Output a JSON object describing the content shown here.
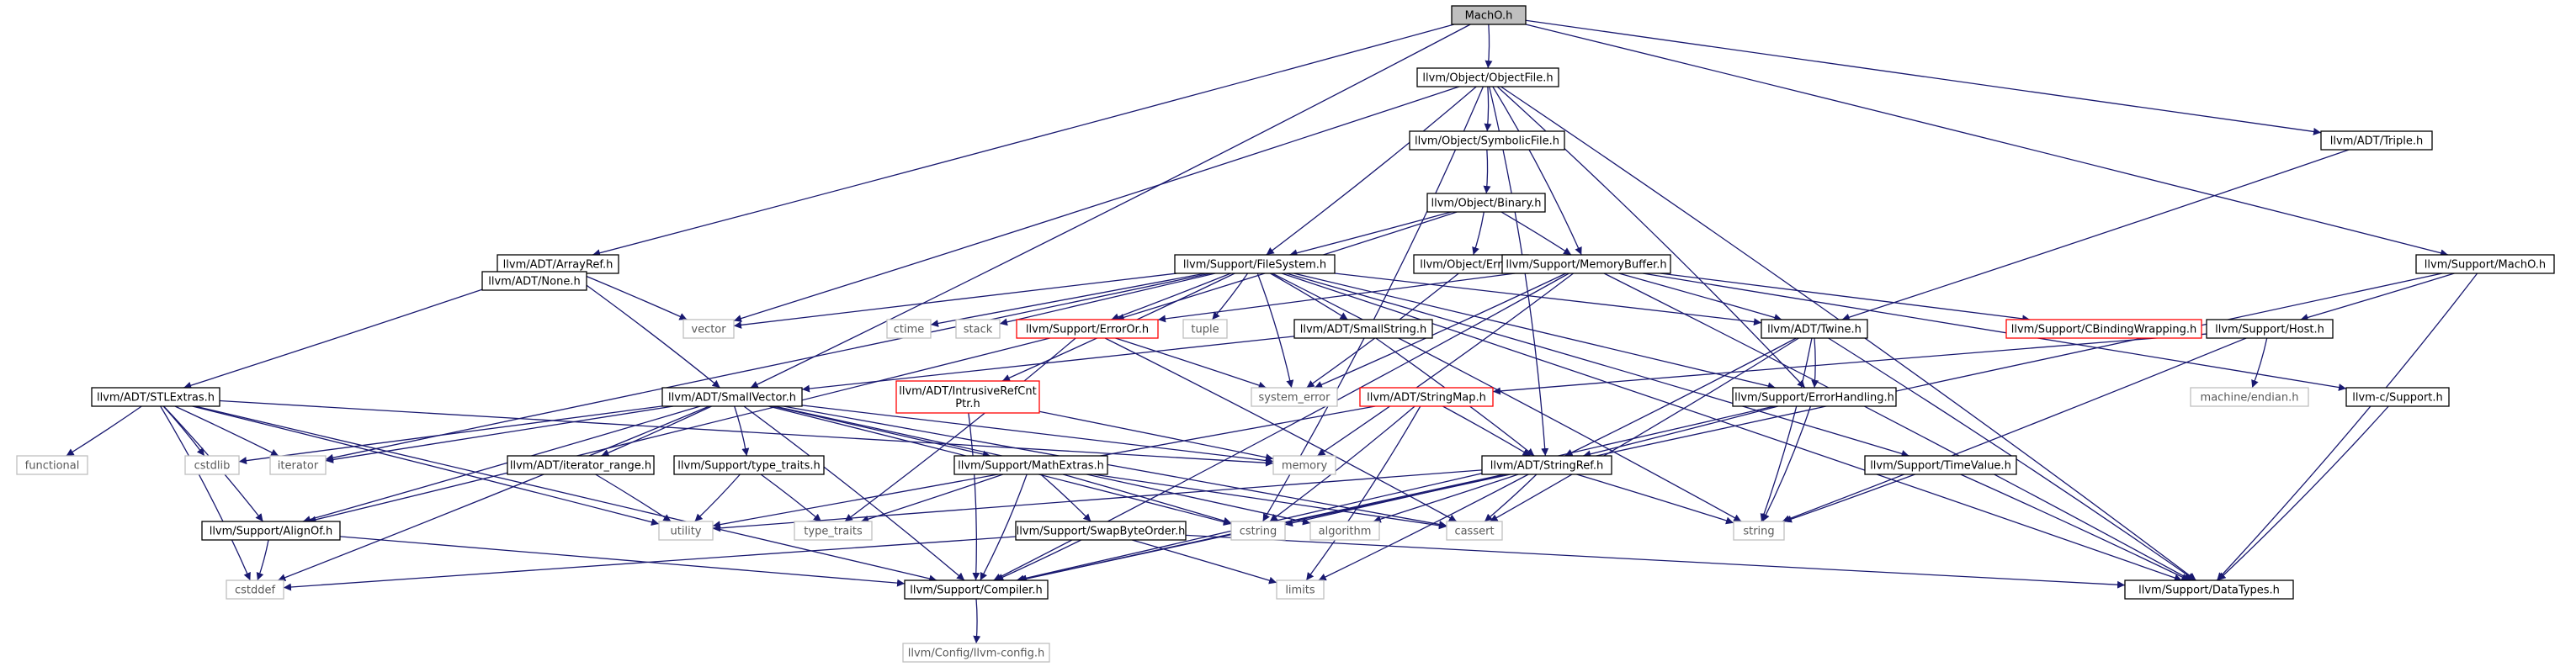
{
  "colors": {
    "edge": "#191970",
    "border_normal": "#000000",
    "border_external": "#bfbfbf",
    "border_truncated": "#ff0000",
    "root_fill": "#bfbfbf",
    "text_normal": "#000000",
    "text_external": "#595959"
  },
  "nodes": [
    {
      "id": "macho",
      "label": "MachO.h",
      "kind": "root"
    },
    {
      "id": "objectfile",
      "label": "llvm/Object/ObjectFile.h",
      "kind": "normal"
    },
    {
      "id": "symbolicfile",
      "label": "llvm/Object/SymbolicFile.h",
      "kind": "normal"
    },
    {
      "id": "binary",
      "label": "llvm/Object/Binary.h",
      "kind": "normal"
    },
    {
      "id": "objerror",
      "label": "llvm/Object/Error.h",
      "kind": "normal"
    },
    {
      "id": "membuf",
      "label": "llvm/Support/MemoryBuffer.h",
      "kind": "normal"
    },
    {
      "id": "filesystem",
      "label": "llvm/Support/FileSystem.h",
      "kind": "normal"
    },
    {
      "id": "triple",
      "label": "llvm/ADT/Triple.h",
      "kind": "normal"
    },
    {
      "id": "supportmacho",
      "label": "llvm/Support/MachO.h",
      "kind": "normal"
    },
    {
      "id": "arrayref",
      "label": "llvm/ADT/ArrayRef.h",
      "kind": "normal"
    },
    {
      "id": "none",
      "label": "llvm/ADT/None.h",
      "kind": "normal"
    },
    {
      "id": "stlextras",
      "label": "llvm/ADT/STLExtras.h",
      "kind": "normal"
    },
    {
      "id": "smallvector",
      "label": "llvm/ADT/SmallVector.h",
      "kind": "normal"
    },
    {
      "id": "smallstring",
      "label": "llvm/ADT/SmallString.h",
      "kind": "normal"
    },
    {
      "id": "erroror",
      "label": "llvm/Support/ErrorOr.h",
      "kind": "truncated"
    },
    {
      "id": "intrusive",
      "label": "llvm/ADT/IntrusiveRefCnt\nPtr.h",
      "kind": "truncated"
    },
    {
      "id": "stringmap",
      "label": "llvm/ADT/StringMap.h",
      "kind": "truncated"
    },
    {
      "id": "twine",
      "label": "llvm/ADT/Twine.h",
      "kind": "normal"
    },
    {
      "id": "errorhandling",
      "label": "llvm/Support/ErrorHandling.h",
      "kind": "normal"
    },
    {
      "id": "cbinding",
      "label": "llvm/Support/CBindingWrapping.h",
      "kind": "truncated"
    },
    {
      "id": "host",
      "label": "llvm/Support/Host.h",
      "kind": "normal"
    },
    {
      "id": "csupport",
      "label": "llvm-c/Support.h",
      "kind": "normal"
    },
    {
      "id": "stringref",
      "label": "llvm/ADT/StringRef.h",
      "kind": "normal"
    },
    {
      "id": "timevalue",
      "label": "llvm/Support/TimeValue.h",
      "kind": "normal"
    },
    {
      "id": "iterrange",
      "label": "llvm/ADT/iterator_range.h",
      "kind": "normal"
    },
    {
      "id": "typetraitsh",
      "label": "llvm/Support/type_traits.h",
      "kind": "normal"
    },
    {
      "id": "mathextras",
      "label": "llvm/Support/MathExtras.h",
      "kind": "normal"
    },
    {
      "id": "swapbyte",
      "label": "llvm/Support/SwapByteOrder.h",
      "kind": "normal"
    },
    {
      "id": "alignof",
      "label": "llvm/Support/AlignOf.h",
      "kind": "normal"
    },
    {
      "id": "compiler",
      "label": "llvm/Support/Compiler.h",
      "kind": "normal"
    },
    {
      "id": "datatypes",
      "label": "llvm/Support/DataTypes.h",
      "kind": "normal"
    },
    {
      "id": "llvmconfig",
      "label": "llvm/Config/llvm-config.h",
      "kind": "external"
    },
    {
      "id": "vector",
      "label": "vector",
      "kind": "external"
    },
    {
      "id": "ctime",
      "label": "ctime",
      "kind": "external"
    },
    {
      "id": "stack",
      "label": "stack",
      "kind": "external"
    },
    {
      "id": "tuple",
      "label": "tuple",
      "kind": "external"
    },
    {
      "id": "systemerror",
      "label": "system_error",
      "kind": "external"
    },
    {
      "id": "memory",
      "label": "memory",
      "kind": "external"
    },
    {
      "id": "functional",
      "label": "functional",
      "kind": "external"
    },
    {
      "id": "cstdlib",
      "label": "cstdlib",
      "kind": "external"
    },
    {
      "id": "iterator",
      "label": "iterator",
      "kind": "external"
    },
    {
      "id": "utility",
      "label": "utility",
      "kind": "external"
    },
    {
      "id": "typetraits",
      "label": "type_traits",
      "kind": "external"
    },
    {
      "id": "cstring",
      "label": "cstring",
      "kind": "external"
    },
    {
      "id": "algorithm",
      "label": "algorithm",
      "kind": "external"
    },
    {
      "id": "cassert",
      "label": "cassert",
      "kind": "external"
    },
    {
      "id": "string",
      "label": "string",
      "kind": "external"
    },
    {
      "id": "limits",
      "label": "limits",
      "kind": "external"
    },
    {
      "id": "cstddef",
      "label": "cstddef",
      "kind": "external"
    },
    {
      "id": "endian",
      "label": "machine/endian.h",
      "kind": "external"
    }
  ],
  "edges": [
    [
      "macho",
      "objectfile"
    ],
    [
      "macho",
      "triple"
    ],
    [
      "macho",
      "supportmacho"
    ],
    [
      "macho",
      "arrayref"
    ],
    [
      "macho",
      "smallvector"
    ],
    [
      "objectfile",
      "symbolicfile"
    ],
    [
      "objectfile",
      "filesystem"
    ],
    [
      "objectfile",
      "membuf"
    ],
    [
      "objectfile",
      "vector"
    ],
    [
      "objectfile",
      "errorhandling"
    ],
    [
      "objectfile",
      "stringref"
    ],
    [
      "objectfile",
      "datatypes"
    ],
    [
      "objectfile",
      "cstring"
    ],
    [
      "symbolicfile",
      "binary"
    ],
    [
      "binary",
      "objerror"
    ],
    [
      "binary",
      "membuf"
    ],
    [
      "binary",
      "filesystem"
    ],
    [
      "binary",
      "erroror"
    ],
    [
      "objerror",
      "systemerror"
    ],
    [
      "membuf",
      "twine"
    ],
    [
      "membuf",
      "erroror"
    ],
    [
      "membuf",
      "cbinding"
    ],
    [
      "membuf",
      "csupport"
    ],
    [
      "membuf",
      "datatypes"
    ],
    [
      "membuf",
      "compiler"
    ],
    [
      "membuf",
      "memory"
    ],
    [
      "membuf",
      "systemerror"
    ],
    [
      "filesystem",
      "twine"
    ],
    [
      "filesystem",
      "datatypes"
    ],
    [
      "filesystem",
      "errorhandling"
    ],
    [
      "filesystem",
      "erroror"
    ],
    [
      "filesystem",
      "smallstring"
    ],
    [
      "filesystem",
      "timevalue"
    ],
    [
      "filesystem",
      "intrusive"
    ],
    [
      "filesystem",
      "ctime"
    ],
    [
      "filesystem",
      "stack"
    ],
    [
      "filesystem",
      "tuple"
    ],
    [
      "filesystem",
      "vector"
    ],
    [
      "filesystem",
      "systemerror"
    ],
    [
      "filesystem",
      "string"
    ],
    [
      "filesystem",
      "iterator"
    ],
    [
      "triple",
      "twine"
    ],
    [
      "supportmacho",
      "host"
    ],
    [
      "supportmacho",
      "compiler"
    ],
    [
      "supportmacho",
      "datatypes"
    ],
    [
      "arrayref",
      "none"
    ],
    [
      "arrayref",
      "stlextras"
    ],
    [
      "arrayref",
      "smallvector"
    ],
    [
      "arrayref",
      "vector"
    ],
    [
      "stlextras",
      "functional"
    ],
    [
      "stlextras",
      "cstdlib"
    ],
    [
      "stlextras",
      "iterator"
    ],
    [
      "stlextras",
      "utility"
    ],
    [
      "stlextras",
      "cstddef"
    ],
    [
      "stlextras",
      "memory"
    ],
    [
      "stlextras",
      "alignof"
    ],
    [
      "stlextras",
      "compiler"
    ],
    [
      "smallvector",
      "iterrange"
    ],
    [
      "smallvector",
      "typetraitsh"
    ],
    [
      "smallvector",
      "mathextras"
    ],
    [
      "smallvector",
      "alignof"
    ],
    [
      "smallvector",
      "compiler"
    ],
    [
      "smallvector",
      "memory"
    ],
    [
      "smallvector",
      "iterator"
    ],
    [
      "smallvector",
      "cstdlib"
    ],
    [
      "smallvector",
      "cstddef"
    ],
    [
      "smallvector",
      "algorithm"
    ],
    [
      "smallvector",
      "cassert"
    ],
    [
      "smallvector",
      "cstring"
    ],
    [
      "smallstring",
      "smallvector"
    ],
    [
      "smallstring",
      "stringref"
    ],
    [
      "erroror",
      "alignof"
    ],
    [
      "erroror",
      "systemerror"
    ],
    [
      "erroror",
      "typetraits"
    ],
    [
      "erroror",
      "cassert"
    ],
    [
      "intrusive",
      "memory"
    ],
    [
      "intrusive",
      "compiler"
    ],
    [
      "stringmap",
      "stringref"
    ],
    [
      "stringmap",
      "utility"
    ],
    [
      "stringmap",
      "cstring"
    ],
    [
      "stringmap",
      "limits"
    ],
    [
      "twine",
      "errorhandling"
    ],
    [
      "twine",
      "stringref"
    ],
    [
      "twine",
      "datatypes"
    ],
    [
      "twine",
      "cassert"
    ],
    [
      "twine",
      "string"
    ],
    [
      "errorhandling",
      "stringref"
    ],
    [
      "errorhandling",
      "compiler"
    ],
    [
      "errorhandling",
      "string"
    ],
    [
      "host",
      "stringmap"
    ],
    [
      "host",
      "endian"
    ],
    [
      "host",
      "string"
    ],
    [
      "csupport",
      "datatypes"
    ],
    [
      "stringref",
      "compiler"
    ],
    [
      "stringref",
      "algorithm"
    ],
    [
      "stringref",
      "cassert"
    ],
    [
      "stringref",
      "cstring"
    ],
    [
      "stringref",
      "limits"
    ],
    [
      "stringref",
      "string"
    ],
    [
      "stringref",
      "utility"
    ],
    [
      "timevalue",
      "datatypes"
    ],
    [
      "timevalue",
      "string"
    ],
    [
      "iterrange",
      "utility"
    ],
    [
      "typetraitsh",
      "typetraits"
    ],
    [
      "typetraitsh",
      "utility"
    ],
    [
      "mathextras",
      "compiler"
    ],
    [
      "mathextras",
      "swapbyte"
    ],
    [
      "mathextras",
      "typetraits"
    ],
    [
      "mathextras",
      "cassert"
    ],
    [
      "mathextras",
      "cstring"
    ],
    [
      "swapbyte",
      "compiler"
    ],
    [
      "swapbyte",
      "datatypes"
    ],
    [
      "swapbyte",
      "cstddef"
    ],
    [
      "swapbyte",
      "limits"
    ],
    [
      "alignof",
      "compiler"
    ],
    [
      "alignof",
      "cstddef"
    ],
    [
      "compiler",
      "llvmconfig"
    ]
  ]
}
